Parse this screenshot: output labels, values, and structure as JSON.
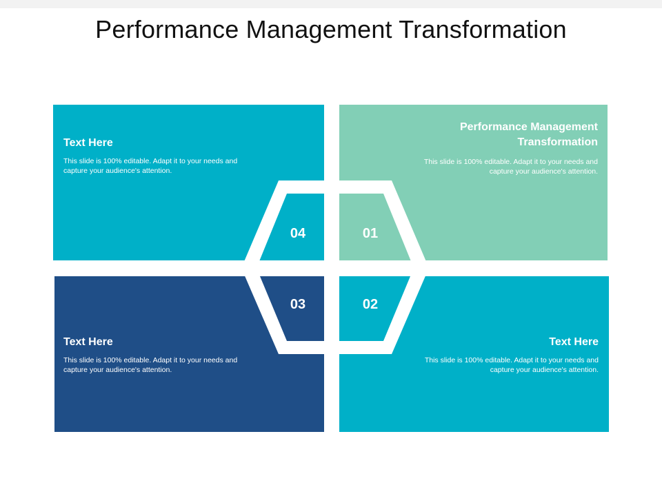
{
  "title": "Performance Management Transformation",
  "colors": {
    "teal": "#00b0c8",
    "mint": "#82cfb6",
    "navy": "#1f4e87",
    "white": "#ffffff"
  },
  "quadrants": [
    {
      "id": "04",
      "number": "04",
      "heading": "Text Here",
      "body": "This slide is 100% editable. Adapt it to your needs and capture your audience's attention.",
      "color": "#00b0c8"
    },
    {
      "id": "01",
      "number": "01",
      "heading": "Performance Management Transformation",
      "body": "This slide is 100% editable. Adapt it to your needs and capture your audience's attention.",
      "color": "#82cfb6"
    },
    {
      "id": "03",
      "number": "03",
      "heading": "Text Here",
      "body": "This slide is 100% editable. Adapt it to your needs and capture your audience's attention.",
      "color": "#1f4e87"
    },
    {
      "id": "02",
      "number": "02",
      "heading": "Text Here",
      "body": "This slide is 100% editable. Adapt it to your needs and capture your audience's attention.",
      "color": "#00b0c8"
    }
  ]
}
